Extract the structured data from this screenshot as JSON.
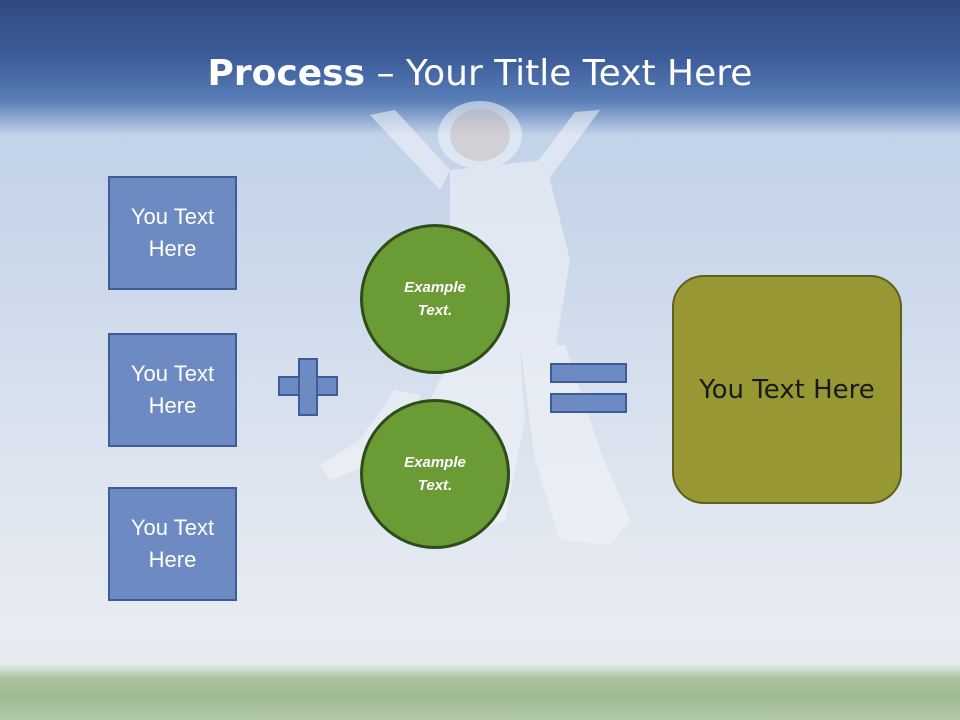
{
  "title": {
    "bold": "Process",
    "rest": " – Your Title Text Here"
  },
  "left_boxes": [
    {
      "label": "You Text Here"
    },
    {
      "label": "You Text Here"
    },
    {
      "label": "You Text Here"
    }
  ],
  "circles": [
    {
      "label": "Example Text."
    },
    {
      "label": "Example Text."
    }
  ],
  "result": {
    "label": "You Text Here"
  },
  "colors": {
    "box_fill": "#6d8ac2",
    "circle_fill": "#6a9b34",
    "result_fill": "#979834",
    "banner": "#3d5e9c"
  }
}
